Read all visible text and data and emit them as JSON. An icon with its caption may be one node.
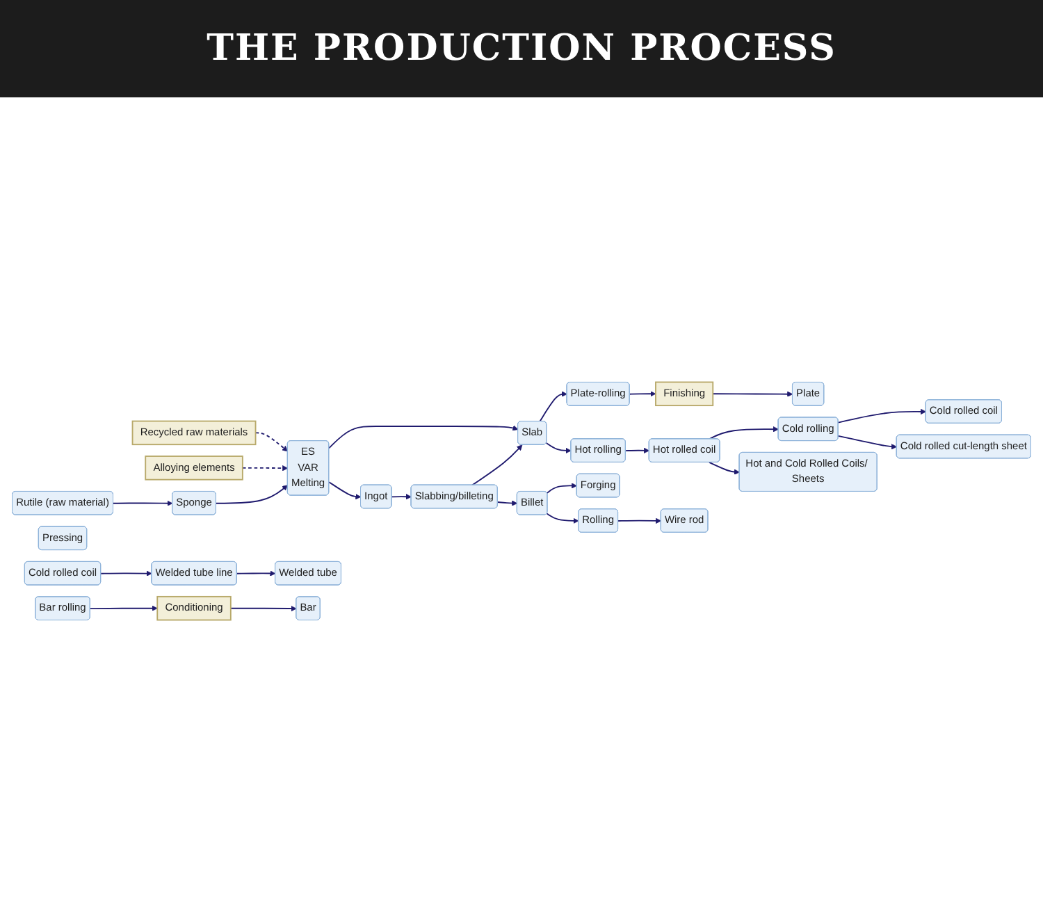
{
  "diagram": {
    "title": "THE PRODUCTION PROCESS",
    "nodes": [
      {
        "text": [
          "Rutile (raw material)"
        ]
      },
      {
        "text": [
          "Sponge"
        ]
      },
      {
        "text": [
          "Recycled raw materials"
        ]
      },
      {
        "text": [
          "Alloying elements"
        ]
      },
      {
        "text": [
          "ES",
          "VAR",
          "Melting"
        ]
      },
      {
        "text": [
          "Ingot"
        ]
      },
      {
        "text": [
          "Pressing"
        ]
      },
      {
        "text": [
          "Slabbing/billeting"
        ]
      },
      {
        "text": [
          "Slab"
        ]
      },
      {
        "text": [
          "Billet"
        ]
      },
      {
        "text": [
          "Plate-rolling"
        ]
      },
      {
        "text": [
          "Finishing"
        ]
      },
      {
        "text": [
          "Plate"
        ]
      },
      {
        "text": [
          "Hot rolling"
        ]
      },
      {
        "text": [
          "Hot rolled coil"
        ]
      },
      {
        "text": [
          "Cold rolling"
        ]
      },
      {
        "text": [
          "Hot and Cold Rolled Coils/ Sheets"
        ]
      },
      {
        "text": [
          "Cold rolled coil"
        ]
      },
      {
        "text": [
          "Cold rolled cut-length sheet"
        ]
      },
      {
        "text": [
          "Cold rolled coil"
        ]
      },
      {
        "text": [
          "Welded tube line"
        ]
      },
      {
        "text": [
          "Welded tube"
        ]
      },
      {
        "text": [
          "Forging"
        ]
      },
      {
        "text": [
          "Bar rolling"
        ]
      },
      {
        "text": [
          "Conditioning"
        ]
      },
      {
        "text": [
          "Bar"
        ]
      },
      {
        "text": [
          "Rolling"
        ]
      },
      {
        "text": [
          "Wire rod"
        ]
      }
    ],
    "edges": [
      {
        "from": 0,
        "to": 1,
        "arrow": "to"
      },
      {
        "from": 2,
        "to": 4,
        "arrow": "to",
        "style": "dashed"
      },
      {
        "from": 3,
        "to": 4,
        "arrow": "to",
        "style": "dashed"
      },
      {
        "from": 1,
        "to": 4,
        "arrow": "to"
      },
      {
        "from": 4,
        "to": 8,
        "arrow": "to"
      },
      {
        "from": 4,
        "to": 5,
        "arrow": "to"
      },
      {
        "from": 5,
        "to": 7,
        "arrow": "to"
      },
      {
        "from": 7,
        "to": 8,
        "arrow": "to"
      },
      {
        "from": 7,
        "to": 9,
        "arrow": "to"
      },
      {
        "from": 8,
        "to": 10,
        "arrow": "to"
      },
      {
        "from": 8,
        "to": 13,
        "arrow": "to"
      },
      {
        "from": 10,
        "to": 11,
        "arrow": "to"
      },
      {
        "from": 11,
        "to": 12,
        "arrow": "to"
      },
      {
        "from": 13,
        "to": 14,
        "arrow": "to"
      },
      {
        "from": 14,
        "to": 16,
        "arrow": "to"
      },
      {
        "from": 14,
        "to": 15,
        "arrow": "to"
      },
      {
        "from": 15,
        "to": 17,
        "arrow": "to"
      },
      {
        "from": 15,
        "to": 18,
        "arrow": "to"
      },
      {
        "from": 19,
        "to": 20,
        "arrow": "to"
      },
      {
        "from": 20,
        "to": 21,
        "arrow": "to"
      },
      {
        "from": 9,
        "to": 22,
        "arrow": "to"
      },
      {
        "from": 23,
        "to": 24,
        "arrow": "to"
      },
      {
        "from": 24,
        "to": 25,
        "arrow": "to"
      },
      {
        "from": 9,
        "to": 26,
        "arrow": "to"
      },
      {
        "from": 26,
        "to": 27,
        "arrow": "to"
      }
    ]
  }
}
